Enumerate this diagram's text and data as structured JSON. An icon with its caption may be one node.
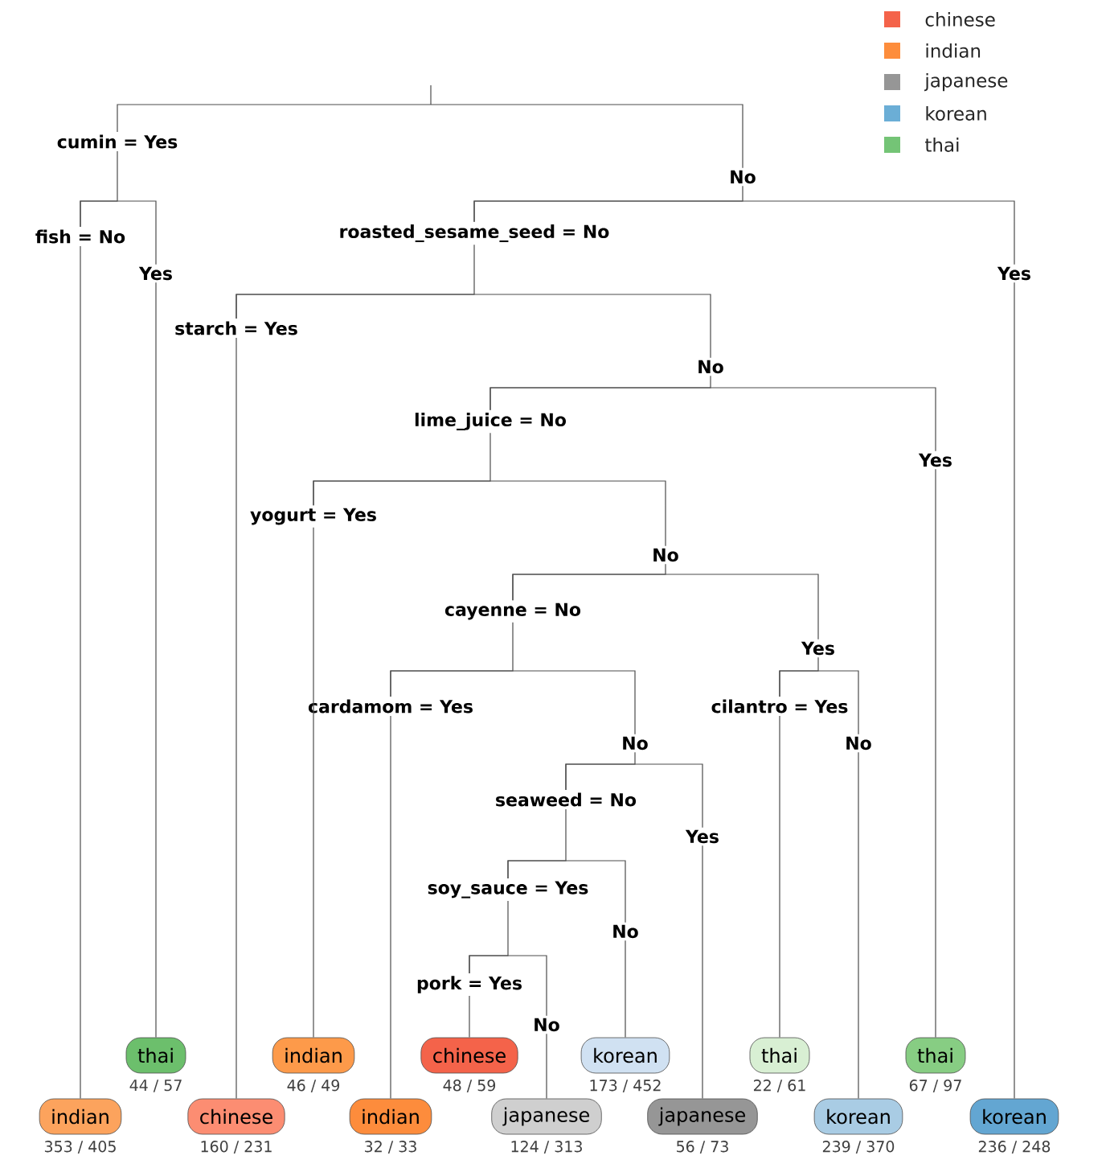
{
  "diagram": {
    "nodes": [
      {
        "text": [
          "cumin = Yes"
        ]
      },
      {
        "text": [
          "fish = No"
        ]
      },
      {
        "text": [
          "indian"
        ],
        "beside": [
          "353 / 405"
        ]
      },
      {
        "text": [
          "thai"
        ],
        "beside": [
          "44 / 57"
        ]
      },
      {
        "text": [
          "roasted_sesame_seed = No"
        ]
      },
      {
        "text": [
          "starch = Yes"
        ]
      },
      {
        "text": [
          "chinese"
        ],
        "beside": [
          "160 / 231"
        ]
      },
      {
        "text": [
          "lime_juice = No"
        ]
      },
      {
        "text": [
          "yogurt = Yes"
        ]
      },
      {
        "text": [
          "indian"
        ],
        "beside": [
          "46 / 49"
        ]
      },
      {
        "text": [
          "cayenne = No"
        ]
      },
      {
        "text": [
          "cardamom = Yes"
        ]
      },
      {
        "text": [
          "indian"
        ],
        "beside": [
          "32 / 33"
        ]
      },
      {
        "text": [
          "seaweed = No"
        ]
      },
      {
        "text": [
          "soy_sauce = Yes"
        ]
      },
      {
        "text": [
          "pork = Yes"
        ]
      },
      {
        "text": [
          "chinese"
        ],
        "beside": [
          "48 / 59"
        ]
      },
      {
        "text": [
          "japanese"
        ],
        "beside": [
          "124 / 313"
        ]
      },
      {
        "text": [
          "korean"
        ],
        "beside": [
          "173 / 452"
        ]
      },
      {
        "text": [
          "japanese"
        ],
        "beside": [
          "56 / 73"
        ]
      },
      {
        "text": [
          "cilantro = Yes"
        ]
      },
      {
        "text": [
          "thai"
        ],
        "beside": [
          "22 / 61"
        ]
      },
      {
        "text": [
          "korean"
        ],
        "beside": [
          "239 / 370"
        ]
      },
      {
        "text": [
          "thai"
        ],
        "beside": [
          "67 / 97"
        ]
      },
      {
        "text": [
          "korean"
        ],
        "beside": [
          "236 / 248"
        ]
      }
    ],
    "edges": [
      {
        "from": 0,
        "to": 1,
        "arrow": "none"
      },
      {
        "from": 0,
        "to": 4,
        "arrow": "none",
        "label": "No"
      },
      {
        "from": 1,
        "to": 2,
        "arrow": "none"
      },
      {
        "from": 1,
        "to": 3,
        "arrow": "none",
        "label": "Yes"
      },
      {
        "from": 4,
        "to": 5,
        "arrow": "none"
      },
      {
        "from": 4,
        "to": 24,
        "arrow": "none",
        "label": "Yes"
      },
      {
        "from": 5,
        "to": 6,
        "arrow": "none"
      },
      {
        "from": 5,
        "to": 7,
        "arrow": "none",
        "label": "No"
      },
      {
        "from": 7,
        "to": 8,
        "arrow": "none"
      },
      {
        "from": 7,
        "to": 23,
        "arrow": "none",
        "label": "Yes"
      },
      {
        "from": 8,
        "to": 9,
        "arrow": "none"
      },
      {
        "from": 8,
        "to": 10,
        "arrow": "none",
        "label": "No"
      },
      {
        "from": 10,
        "to": 11,
        "arrow": "none"
      },
      {
        "from": 10,
        "to": 20,
        "arrow": "none",
        "label": "Yes"
      },
      {
        "from": 11,
        "to": 12,
        "arrow": "none"
      },
      {
        "from": 11,
        "to": 13,
        "arrow": "none",
        "label": "No"
      },
      {
        "from": 13,
        "to": 14,
        "arrow": "none"
      },
      {
        "from": 13,
        "to": 19,
        "arrow": "none",
        "label": "Yes"
      },
      {
        "from": 14,
        "to": 15,
        "arrow": "none"
      },
      {
        "from": 14,
        "to": 18,
        "arrow": "none",
        "label": "No"
      },
      {
        "from": 15,
        "to": 16,
        "arrow": "none"
      },
      {
        "from": 15,
        "to": 17,
        "arrow": "none",
        "label": "No"
      },
      {
        "from": 20,
        "to": 21,
        "arrow": "none"
      },
      {
        "from": 20,
        "to": 22,
        "arrow": "none",
        "label": "No"
      }
    ],
    "legend": [
      {
        "text": "chinese",
        "color": "#f4634a"
      },
      {
        "text": "indian",
        "color": "#fd8d3c"
      },
      {
        "text": "japanese",
        "color": "#969696"
      },
      {
        "text": "korean",
        "color": "#6baed6"
      },
      {
        "text": "thai",
        "color": "#74c476"
      }
    ]
  }
}
